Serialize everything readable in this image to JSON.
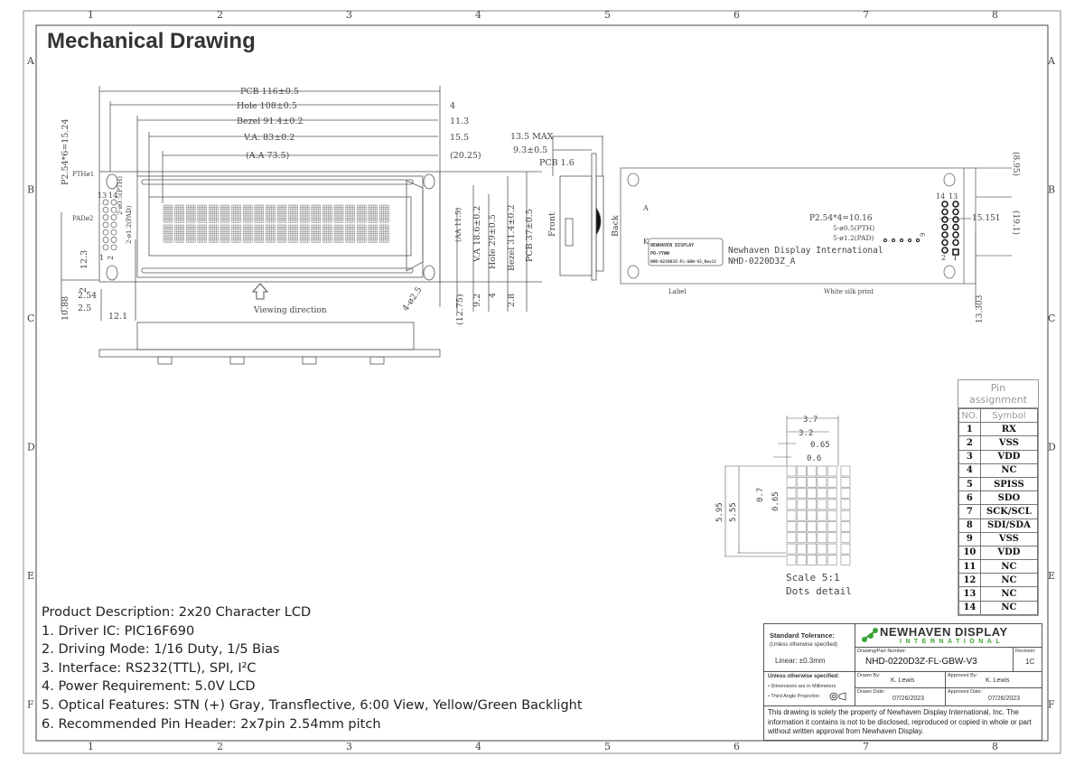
{
  "title": "Mechanical Drawing",
  "grid": {
    "columns": [
      "1",
      "2",
      "3",
      "4",
      "5",
      "6",
      "7",
      "8"
    ],
    "rows": [
      "A",
      "B",
      "C",
      "D",
      "E",
      "F"
    ]
  },
  "front_view": {
    "dims": {
      "pcb_w": "PCB 116±0.5",
      "hole_w": "Hole 108±0.5",
      "bezel_w": "Bezel 91.4±0.2",
      "va_w": "V.A. 83±0.2",
      "aa_w": "(A.A 73.5)",
      "d4": "4",
      "d11_3": "11.3",
      "d15_5": "15.5",
      "d20_25": "(20.25)",
      "pitch": "P2.54*6=15.24",
      "pth": "PTHø1",
      "pad": "PADø2",
      "hole_pth": "2-ø0.5(PTH)",
      "hole_pad": "2-ø1.2(PAD)",
      "pin13": "13",
      "pin14": "14",
      "pin1": "1",
      "pin2": "2",
      "d2": "2",
      "d12_3": "12.3",
      "d10_88": "10.88",
      "d2_54": "2.54",
      "d2_5": "2.5",
      "d12_1": "12.1",
      "mount": "4-ø2.5",
      "aa_h": "(AA 11.5)",
      "va_h": "V.A 18.6±0.2",
      "hole_h": "Hole 29±0.5",
      "bezel_h": "Bezel 31.4±0.2",
      "pcb_h": "PCB 37±0.5",
      "d12_75": "(12.75)",
      "d9_2": "9.2",
      "d4b": "4",
      "d2_8": "2.8"
    },
    "viewing": "Viewing direction"
  },
  "side_view": {
    "max": "13.5 MAX",
    "h": "9.3±0.5",
    "pcb": "PCB 1.6",
    "front": "Front",
    "back": "Back"
  },
  "back_view": {
    "label_lines": [
      "NEWHAVEN DISPLAY",
      "PO-YYWW",
      "NHD-0220D3Z-FL-GBW-V3_Rev1C"
    ],
    "silk1": "Newhaven Display International",
    "silk2": "NHD-0220D3Z_A",
    "label_callout": "Label",
    "silk_callout": "White silk print",
    "a": "A",
    "k": "K",
    "pitch": "P2.54*4=10.16",
    "pth": "5-ø0.5(PTH)",
    "pad": "5-ø1.2(PAD)",
    "d15_151": "15.151",
    "d8_95": "(8.95)",
    "d19_1": "(19.1)",
    "d13_303": "13.303",
    "d9": "9",
    "pin14": "14",
    "pin13": "13",
    "pin2": "2",
    "pin1": "1"
  },
  "dots_detail": {
    "d3_7": "3.7",
    "d3_2": "3.2",
    "d0_65": "0.65",
    "d0_6": "0.6",
    "d0_7": "0.7",
    "d0_65v": "0.65",
    "d5_95": "5.95",
    "d5_55": "5.55",
    "scale": "Scale 5:1",
    "caption": "Dots detail"
  },
  "pin_assignment": {
    "title1": "Pin",
    "title2": "assignment",
    "col_no": "NO.",
    "col_symbol": "Symbol",
    "rows": [
      [
        "1",
        "RX"
      ],
      [
        "2",
        "VSS"
      ],
      [
        "3",
        "VDD"
      ],
      [
        "4",
        "NC"
      ],
      [
        "5",
        "SPISS"
      ],
      [
        "6",
        "SDO"
      ],
      [
        "7",
        "SCK/SCL"
      ],
      [
        "8",
        "SDI/SDA"
      ],
      [
        "9",
        "VSS"
      ],
      [
        "10",
        "VDD"
      ],
      [
        "11",
        "NC"
      ],
      [
        "12",
        "NC"
      ],
      [
        "13",
        "NC"
      ],
      [
        "14",
        "NC"
      ]
    ]
  },
  "description": {
    "heading": "Product Description: 2x20 Character LCD",
    "items": [
      "1. Driver IC: PIC16F690",
      "2. Driving Mode: 1/16 Duty, 1/5 Bias",
      "3. Interface: RS232(TTL), SPI, I²C",
      "4. Power Requirement: 5.0V LCD",
      "5. Optical Features: STN (+) Gray, Transflective, 6:00 View, Yellow/Green Backlight",
      "6. Recommended Pin Header: 2x7pin 2.54mm pitch"
    ]
  },
  "title_block": {
    "tol_title": "Standard Tolerance:",
    "tol_sub": "(Unless otherwise specified)",
    "linear": "Linear:  ±0.3mm",
    "logo1": "NEWHAVEN DISPLAY",
    "logo2": "INTERNATIONAL",
    "logo_color": "#3aa335",
    "part_label": "Drawing/Part Number:",
    "part": "NHD-0220D3Z-FL-GBW-V3",
    "rev_label": "Revision:",
    "rev": "1C",
    "unless": "Unless otherwise specified:",
    "note1": "• Dimensions are in Millimeters",
    "note2": "• Third Angle Projection",
    "drawn_by_label": "Drawn By:",
    "drawn_by": "K. Lewis",
    "approved_by_label": "Approved By:",
    "approved_by": "K. Lewis",
    "drawn_date_label": "Drawn Date:",
    "drawn_date": "07/26/2023",
    "approved_date_label": "Approved Date:",
    "approved_date": "07/26/2023",
    "notice": "This drawing is solely the property of Newhaven Display International, Inc. The information it contains is not to be disclosed, reproduced or copied in whole or part without written approval from Newhaven Display."
  }
}
